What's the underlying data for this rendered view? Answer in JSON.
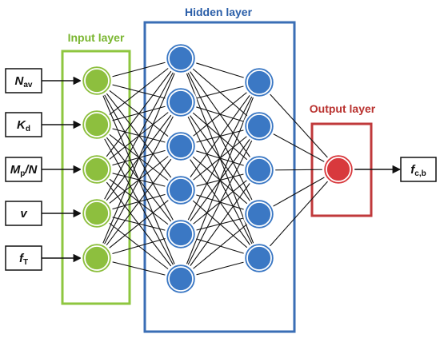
{
  "colors": {
    "input_box": "#8ec63f",
    "hidden_box": "#3a6eb5",
    "output_box": "#c0393b",
    "input_node": "#8dbf3e",
    "hidden_node": "#3b78c4",
    "output_node": "#d8393d",
    "title_input": "#7ab630",
    "title_hidden": "#2a5ea8",
    "title_output": "#b9322f",
    "edge": "#111111"
  },
  "layers": {
    "input": {
      "title": "Input layer",
      "node_count": 5
    },
    "hidden": {
      "title": "Hidden layer",
      "columns": [
        6,
        5
      ]
    },
    "output": {
      "title": "Output layer",
      "node_count": 1
    }
  },
  "inputs": [
    {
      "main": "N",
      "sub": "av"
    },
    {
      "main": "K",
      "sub": "d"
    },
    {
      "main": "M",
      "sub": "p",
      "suffix": "/N"
    },
    {
      "main": "v",
      "sub": ""
    },
    {
      "main": "f",
      "sub": "T"
    }
  ],
  "output_var": {
    "main": "f",
    "sub": "c,b"
  }
}
